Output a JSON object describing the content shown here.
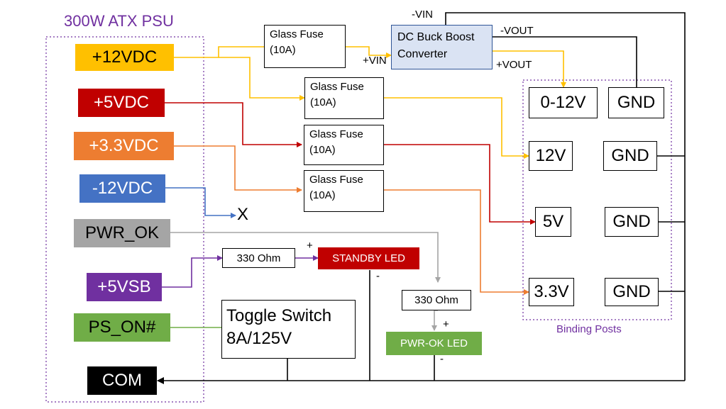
{
  "psu": {
    "title": "300W ATX PSU",
    "rails": {
      "p12": "+12VDC",
      "p5": "+5VDC",
      "p33": "+3.3VDC",
      "n12": "-12VDC",
      "pwrok": "PWR_OK",
      "p5vsb": "+5VSB",
      "pson": "PS_ON#",
      "com": "COM"
    },
    "unconnected_mark": "X"
  },
  "fuses": [
    {
      "line1": "Glass Fuse",
      "line2": "(10A)"
    },
    {
      "line1": "Glass Fuse",
      "line2": "(10A)"
    },
    {
      "line1": "Glass Fuse",
      "line2": "(10A)"
    },
    {
      "line1": "Glass Fuse",
      "line2": "(10A)"
    }
  ],
  "converter": {
    "line1": "DC Buck Boost",
    "line2": "Converter",
    "vin_neg": "-VIN",
    "vout_neg": "-VOUT",
    "vin_pos": "+VIN",
    "vout_pos": "+VOUT"
  },
  "binding_posts": {
    "title": "Binding Posts",
    "v012": "0-12V",
    "v12": "12V",
    "v5": "5V",
    "v33": "3.3V",
    "gnd": "GND"
  },
  "resistors": {
    "r1": "330 Ohm",
    "r2": "330 Ohm"
  },
  "leds": {
    "standby": "STANDBY LED",
    "pwrok": "PWR-OK LED",
    "plus": "+",
    "minus": "-"
  },
  "switch": {
    "line1": "Toggle Switch",
    "line2": "8A/125V"
  },
  "colors": {
    "p12": "#FFC000",
    "p5": "#C00000",
    "p33": "#ED7D31",
    "n12": "#4472C4",
    "pwrok": "#A5A5A5",
    "p5vsb": "#7030A0",
    "pson": "#70AD47",
    "com": "#000000",
    "converter_fill": "#DAE3F3",
    "converter_border": "#2F5597",
    "dotted_border": "#7030A0"
  }
}
